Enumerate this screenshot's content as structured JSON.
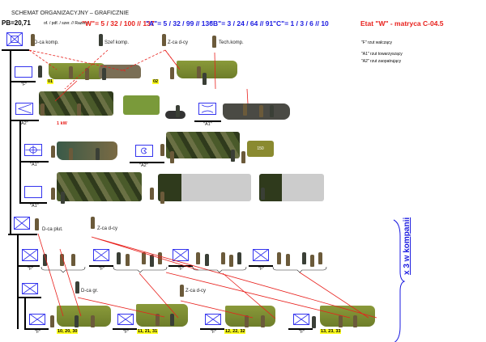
{
  "header": {
    "title": "SCHEMAT ORGANIZACYJNY – GRAFICZNIE",
    "pb": "PB=20,71",
    "columns_label": "of. / pdf. / szer. // Razem:",
    "w": "\"W\"= 5 / 32 / 100 // 137",
    "a": "\"A\"= 5 / 32 / 99 // 136",
    "b": "\"B\"= 3 / 24 / 64 // 91",
    "c": "\"C\"= 1 / 3 / 6 // 10",
    "etat": "Etat \"W\" - matryca C-04.5"
  },
  "legend": [
    {
      "text": "\"F\"  rzut walczący"
    },
    {
      "text": "\"A1\" rzut towarzyszący"
    },
    {
      "text": "\"A2\" rzut zaopatrujący"
    }
  ],
  "people": {
    "dca_komp": "D-ca komp.",
    "szef": "Szef komp.",
    "zca": "Z-ca d-cy",
    "tech": "Tech.komp.",
    "dca_plut": "D-ca plut.",
    "zca_plut": "Z-ca d-cy",
    "dca_gr": "D-ca gr.",
    "zca_gr": "Z-ca d-cy"
  },
  "labels": {
    "f": "\"F\"",
    "a1": "\"A1\"",
    "a2": "\"A2\"",
    "kw": "1 kW",
    "trailer": "150"
  },
  "vehicle_numbers": [
    "01",
    "02",
    "10, 20, 30",
    "11, 21, 31",
    "12, 22, 32",
    "13, 23, 33"
  ],
  "multiplier": "x 3 w kompanii",
  "colors": {
    "symbol": "#3333ee",
    "accent": "#e8201c",
    "highlight": "#ffff20"
  }
}
